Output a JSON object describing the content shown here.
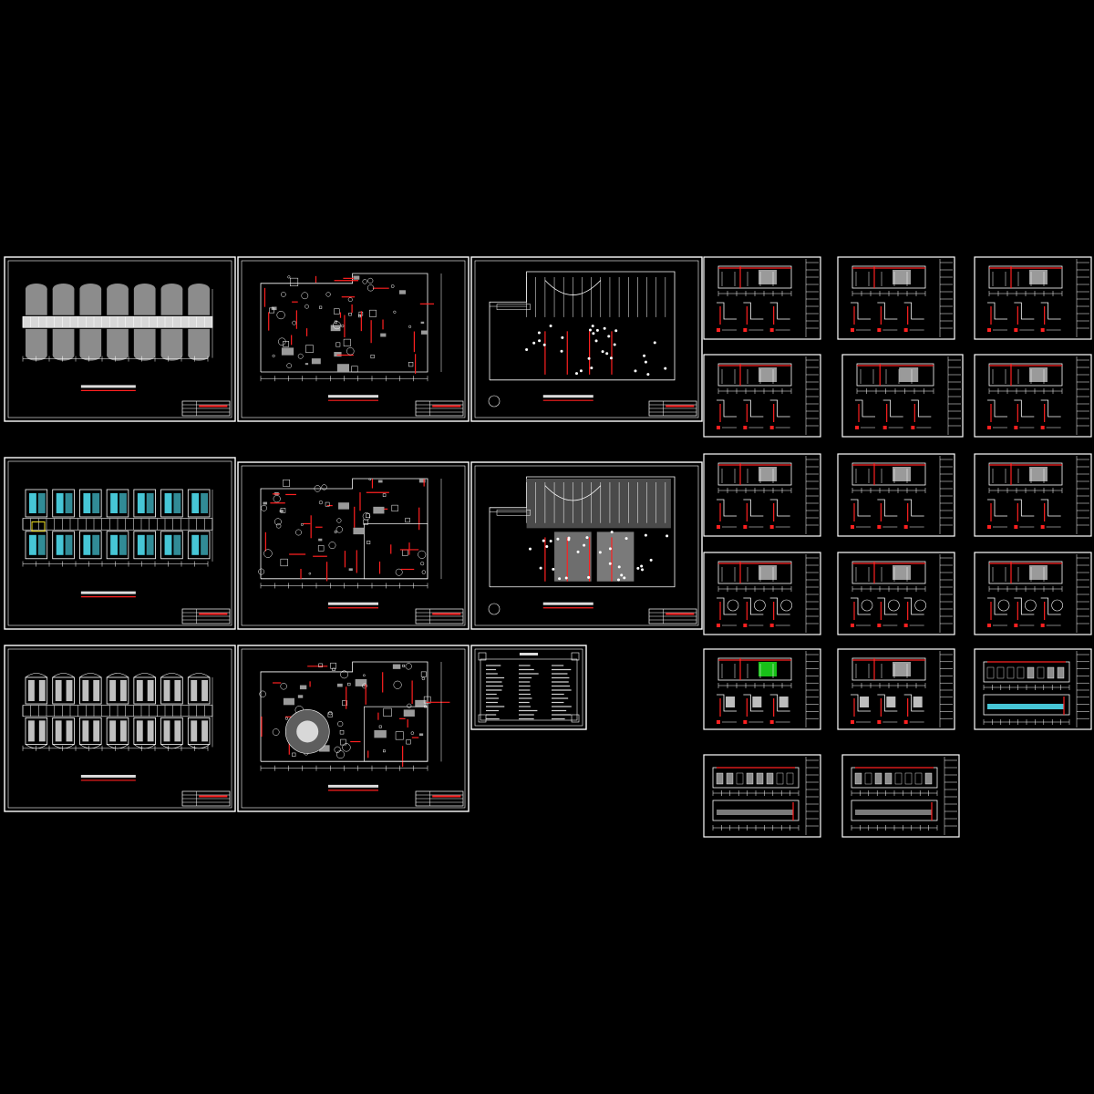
{
  "canvas": {
    "background": "#000000"
  },
  "colors": {
    "linework": "#ffffff",
    "wall_highlight": "#ff2020",
    "hatch": "#8c8c8c",
    "dark_hatch": "#4a4a4a",
    "glass": "#46c6d6",
    "accent_green": "#18c018",
    "accent_yellow": "#f0e020"
  },
  "large_sheets": [
    {
      "id": "A1",
      "kind": "corridor-plan-grey"
    },
    {
      "id": "A2",
      "kind": "floor-plan-furniture"
    },
    {
      "id": "A3",
      "kind": "ceiling-plan"
    },
    {
      "id": "B1",
      "kind": "corridor-plan-cyan"
    },
    {
      "id": "B2",
      "kind": "basement-plan-furniture"
    },
    {
      "id": "B3",
      "kind": "ceiling-plan-hatched"
    },
    {
      "id": "C1",
      "kind": "corridor-plan-rooms"
    },
    {
      "id": "C2",
      "kind": "basement-plan-dome"
    },
    {
      "id": "C3",
      "kind": "notes-sheet"
    }
  ],
  "detail_sheets": [
    {
      "id": "D01",
      "kind": "elevation-detail"
    },
    {
      "id": "D02",
      "kind": "elevation-detail"
    },
    {
      "id": "D03",
      "kind": "elevation-detail"
    },
    {
      "id": "D04",
      "kind": "elevation-detail"
    },
    {
      "id": "D05",
      "kind": "elevation-detail"
    },
    {
      "id": "D06",
      "kind": "elevation-detail"
    },
    {
      "id": "D07",
      "kind": "elevation-detail"
    },
    {
      "id": "D08",
      "kind": "elevation-detail"
    },
    {
      "id": "D09",
      "kind": "elevation-detail"
    },
    {
      "id": "D10",
      "kind": "section-detail"
    },
    {
      "id": "D11",
      "kind": "section-detail"
    },
    {
      "id": "D12",
      "kind": "section-detail"
    },
    {
      "id": "D13",
      "kind": "node-detail"
    },
    {
      "id": "D14",
      "kind": "node-detail"
    },
    {
      "id": "D15",
      "kind": "elevation-strip"
    },
    {
      "id": "D16",
      "kind": "elevation-strip"
    },
    {
      "id": "D17",
      "kind": "elevation-strip"
    }
  ]
}
